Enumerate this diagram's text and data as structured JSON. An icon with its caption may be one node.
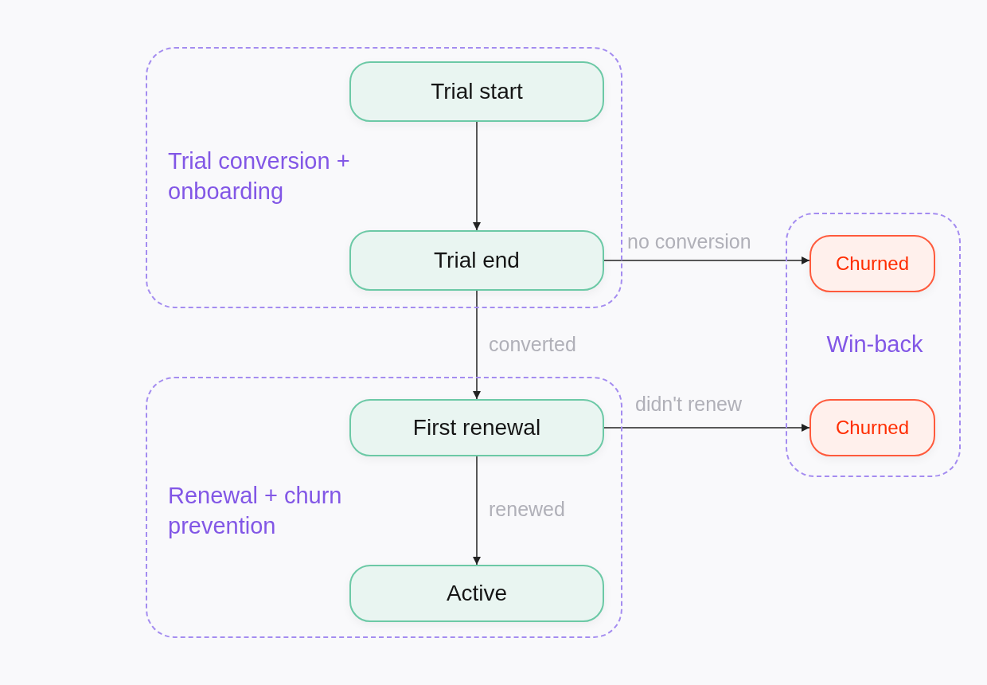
{
  "diagram": {
    "nodes": [
      {
        "text": [
          "Trial conversion + onboarding"
        ]
      },
      {
        "text": [
          "Trial start"
        ],
        "in": 0
      },
      {
        "text": [
          "Trial end"
        ],
        "in": 0
      },
      {
        "text": [
          "Renewal + churn prevention"
        ]
      },
      {
        "text": [
          "First renewal"
        ],
        "in": 3
      },
      {
        "text": [
          "Active"
        ],
        "in": 3
      },
      {
        "text": [
          "Win-back"
        ]
      },
      {
        "text": [
          "Churned"
        ],
        "in": 6
      },
      {
        "text": [
          "Churned"
        ],
        "in": 6
      }
    ],
    "edges": [
      {
        "from": 1,
        "to": 2,
        "arrow": "to"
      },
      {
        "from": 2,
        "to": 4,
        "arrow": "to",
        "label": "converted"
      },
      {
        "from": 4,
        "to": 5,
        "arrow": "to",
        "label": "renewed"
      },
      {
        "from": 2,
        "to": 7,
        "arrow": "to",
        "label": "no conversion"
      },
      {
        "from": 4,
        "to": 8,
        "arrow": "to",
        "label": "didn't renew"
      }
    ]
  }
}
